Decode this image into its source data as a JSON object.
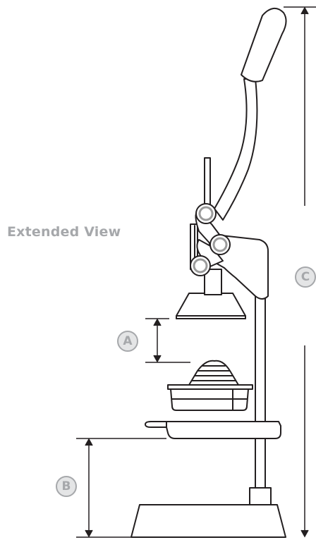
{
  "diagram": {
    "view_label": "Extended View",
    "dimension_a": "A",
    "dimension_b": "B",
    "dimension_c": "C"
  },
  "colors": {
    "line": "#231f20",
    "label_gray": "#a6a8ab",
    "badge_fill": "#e4e5e6",
    "pivot_ring": "#9b9b9b"
  }
}
